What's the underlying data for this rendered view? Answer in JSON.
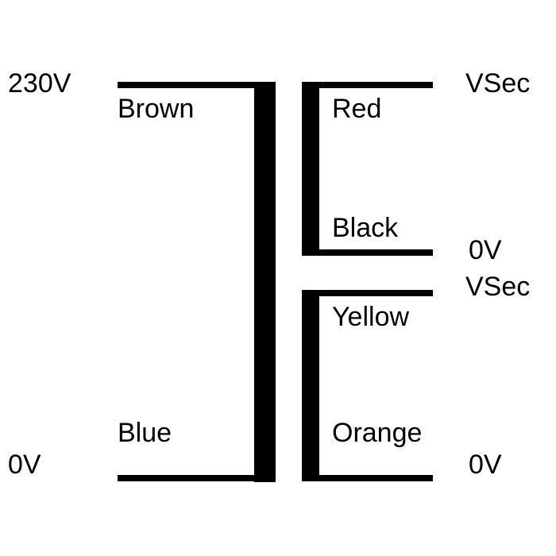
{
  "diagram": {
    "title": "transformer-wiring-diagram",
    "colors": {
      "line": "#000000",
      "background": "#ffffff"
    },
    "primary": {
      "top_voltage": "230V",
      "top_wire": "Brown",
      "bottom_wire": "Blue",
      "bottom_voltage": "0V"
    },
    "secondary1": {
      "top_wire": "Red",
      "top_voltage": "VSec",
      "bottom_wire": "Black",
      "bottom_voltage": "0V"
    },
    "secondary2": {
      "top_wire": "Yellow",
      "top_voltage": "VSec",
      "bottom_wire": "Orange",
      "bottom_voltage": "0V"
    }
  }
}
